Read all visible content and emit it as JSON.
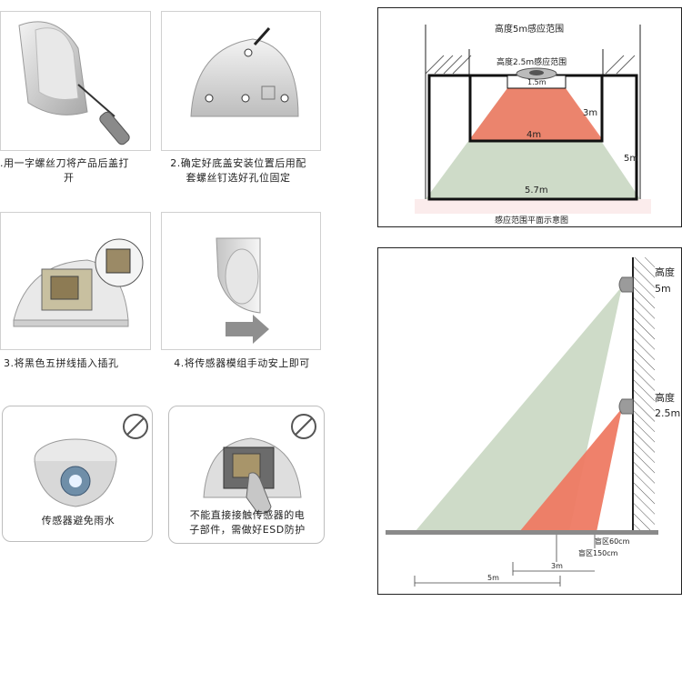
{
  "steps": [
    {
      "caption_line1": ".用一字螺丝刀将产品后盖打",
      "caption_line2": "开"
    },
    {
      "caption_line1": "2.确定好底盖安装位置后用配",
      "caption_line2": "套螺丝钉选好孔位固定"
    },
    {
      "caption_line1": "3.将黑色五拼线插入插孔",
      "caption_line2": ""
    },
    {
      "caption_line1": "4.将传感器模组手动安上即可",
      "caption_line2": ""
    }
  ],
  "warnings": [
    {
      "caption_line1": "传感器避免雨水",
      "caption_line2": ""
    },
    {
      "caption_line1": "不能直接接触传感器的电",
      "caption_line2": "子部件，需做好ESD防护"
    }
  ],
  "top_view": {
    "title_5m": "高度5m感应范围",
    "title_25m": "高度2.5m感应范围",
    "label_15m": "1.5m",
    "label_3m": "3m",
    "label_4m": "4m",
    "label_5m": "5m",
    "label_57m": "5.7m",
    "footer": "感应范围平面示意图"
  },
  "side_view": {
    "height_label": "高度",
    "height_5m": "5m",
    "height_25m": "2.5m",
    "blind_60": "盲区60cm",
    "blind_150": "盲区150cm",
    "dim_3m": "3m",
    "dim_5m": "5m"
  },
  "colors": {
    "green_zone": "#c9d7c2",
    "red_zone": "#ee7a63",
    "wall_hatch": "#555555",
    "ground": "#8a8a8a",
    "sensor_gray": "#9b9b9b"
  }
}
